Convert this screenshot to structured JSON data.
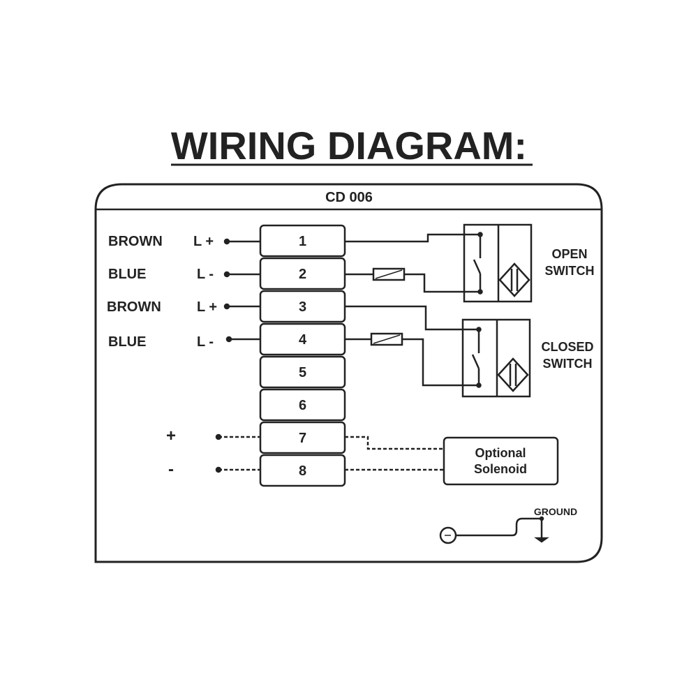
{
  "title": "WIRING DIAGRAM:",
  "panel": {
    "model": "CD 006"
  },
  "wires": [
    {
      "color": "BROWN",
      "polarity": "L +"
    },
    {
      "color": "BLUE",
      "polarity": "L -"
    },
    {
      "color": "BROWN",
      "polarity": "L +"
    },
    {
      "color": "BLUE",
      "polarity": "L -"
    }
  ],
  "terminals": [
    "1",
    "2",
    "3",
    "4",
    "5",
    "6",
    "7",
    "8"
  ],
  "solenoid_polarity": [
    "+",
    "-"
  ],
  "switches": [
    {
      "line1": "OPEN",
      "line2": "SWITCH"
    },
    {
      "line1": "CLOSED",
      "line2": "SWITCH"
    }
  ],
  "solenoid": {
    "line1": "Optional",
    "line2": "Solenoid"
  },
  "ground": {
    "label": "GROUND"
  },
  "colors": {
    "ink": "#222222",
    "background": "#ffffff"
  }
}
